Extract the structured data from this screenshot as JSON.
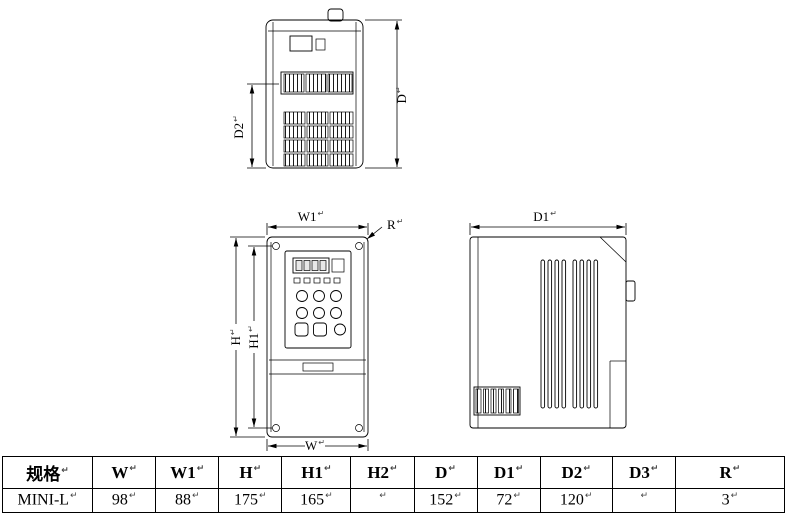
{
  "glyphs": {
    "return_mark": "↵"
  },
  "drawing": {
    "top_view": {
      "dim_right": "D",
      "dim_left": "D2"
    },
    "front_view": {
      "dim_top": "W1",
      "dim_radius": "R",
      "dim_left_outer": "H",
      "dim_left_inner": "H1",
      "dim_bottom": "W"
    },
    "side_view": {
      "dim_top": "D1"
    }
  },
  "table": {
    "headers": [
      "规格",
      "W",
      "W1",
      "H",
      "H1",
      "H2",
      "D",
      "D1",
      "D2",
      "D3",
      "R"
    ],
    "rows": [
      [
        "MINI-L",
        "98",
        "88",
        "175",
        "165",
        "",
        "152",
        "72",
        "120",
        "",
        "3"
      ]
    ]
  }
}
